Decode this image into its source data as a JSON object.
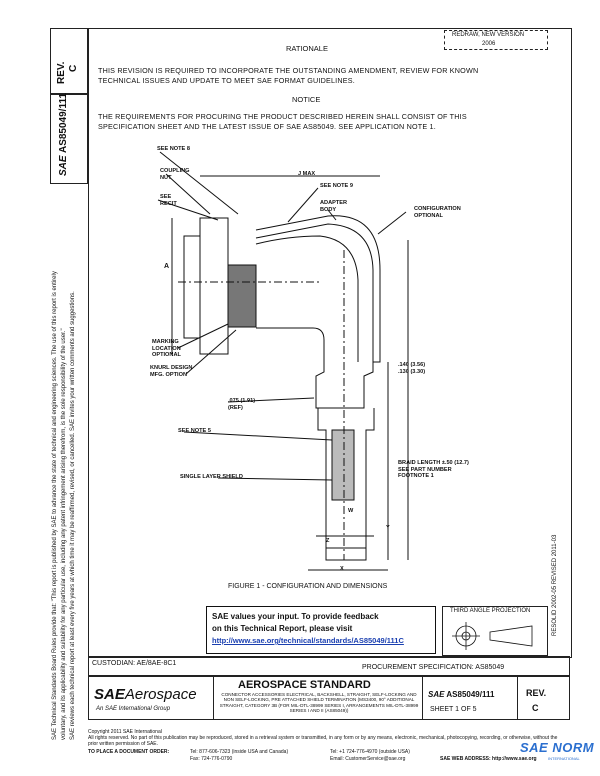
{
  "header": {
    "rev_label": "REV.",
    "rev_value": "C",
    "doc_number": "AS85049/111",
    "sae_mark": "SAE",
    "stamp_line1": "REDRAW, NEW VERSION",
    "stamp_line2": "2006"
  },
  "rationale": {
    "title": "RATIONALE",
    "text": "THIS REVISION IS REQUIRED TO INCORPORATE THE OUTSTANDING AMENDMENT, REVIEW FOR KNOWN TECHNICAL ISSUES AND UPDATE TO MEET SAE FORMAT GUIDELINES."
  },
  "notice": {
    "title": "NOTICE",
    "text": "THE REQUIREMENTS FOR PROCURING THE PRODUCT DESCRIBED HEREIN SHALL CONSIST OF THIS SPECIFICATION SHEET AND THE LATEST ISSUE OF SAE AS85049. SEE APPLICATION NOTE 1."
  },
  "left_margin": {
    "line1": "SAE Technical Standards Board Rules provide that: \"This report is published by SAE to advance the state of technical and engineering sciences. The use of this report is entirely",
    "line2": "voluntary, and its applicability and suitability for any particular use, including any patent infringement arising therefrom, is the sole responsibility of the user.\"",
    "line3": "SAE reviews each technical report at least every five years at which time it may be reaffirmed, revised, or cancelled. SAE invites your written comments and suggestions."
  },
  "drawing": {
    "labels": {
      "see_note_8": "SEE NOTE 8",
      "coupling_nut": "COUPLING\nNUT",
      "see_recit": "SEE\nRECIT",
      "j_max": "J MAX",
      "see_note_9": "SEE NOTE 9",
      "adapter_body": "ADAPTER\nBODY",
      "configuration_optional": "CONFIGURATION\nOPTIONAL",
      "a": "A",
      "marking_location": "MARKING\nLOCATION\nOPTIONAL",
      "knurl_design": "KNURL DESIGN\nMFG. OPTION",
      "dim_075": ".075 (1.91)\n(REF)",
      "dim_140": ".140 (3.56)\n.130 (3.30)",
      "see_note_5": "SEE NOTE 5",
      "single_layer_shield": "SINGLE LAYER SHIELD",
      "braid_length": "BRAID LENGTH ±.50 (12.7)\nSEE PART NUMBER\nFOOTNOTE 1",
      "w": "W",
      "y": "Y",
      "z": "Z",
      "x": "X"
    },
    "caption": "FIGURE 1 - CONFIGURATION AND DIMENSIONS"
  },
  "feedback": {
    "line1": "SAE values your input. To provide feedback",
    "line2": "on this Technical Report, please visit",
    "url": "http://www.sae.org/technical/standards/AS85049/111C"
  },
  "projection_label": "THIRD ANGLE PROJECTION",
  "right_margin": {
    "text": "RESOLID 2002-05   REVISED 2011-03"
  },
  "custodian": "CUSTODIAN: AE/8AE-8C1",
  "procurement": "PROCUREMENT SPECIFICATION: AS85049",
  "title_block": {
    "logo_sae": "SAE",
    "logo_aero": "Aerospace",
    "logo_tag": "An SAE International Group",
    "standard": "AEROSPACE STANDARD",
    "desc": "CONNECTOR ACCESSORIES ELECTRICAL, BACKSHELL, STRAIGHT, SELF-LOCKING AND NON SELF-LOCKING, PRE ATTACHED SHIELD TERMINATION (MS3400, 90° ADDITIONAL STRAIGHT, CATEGORY 3B (FOR MIL-DTL-38999 SERIES I, ARRANGEMENTS MIL-DTL-38999 SERIES I AND II (AS85049))",
    "doc_sae": "SAE",
    "doc_number": "AS85049/111",
    "sheet": "SHEET 1 OF 5",
    "rev_label": "REV.",
    "rev_value": "C"
  },
  "footer": {
    "copyright": "Copyright 2011 SAE International",
    "rights": "All rights reserved. No part of this publication may be reproduced, stored in a retrieval system or transmitted, in any form or by any means, electronic, mechanical, photocopying, recording, or otherwise, without the prior written permission of SAE.",
    "order_label": "TO PLACE A DOCUMENT ORDER:",
    "tel1": "Tel: 877-606-7323 (inside USA and Canada)",
    "tel2": "Tel: +1 724-776-4970 (outside USA)",
    "fax": "Fax: 724-776-0790",
    "email": "Email: CustomerService@sae.org",
    "web": "SAE WEB ADDRESS: http://www.sae.org",
    "watermark": "SAE NORM",
    "watermark_sub": "INTERNATIONAL"
  }
}
